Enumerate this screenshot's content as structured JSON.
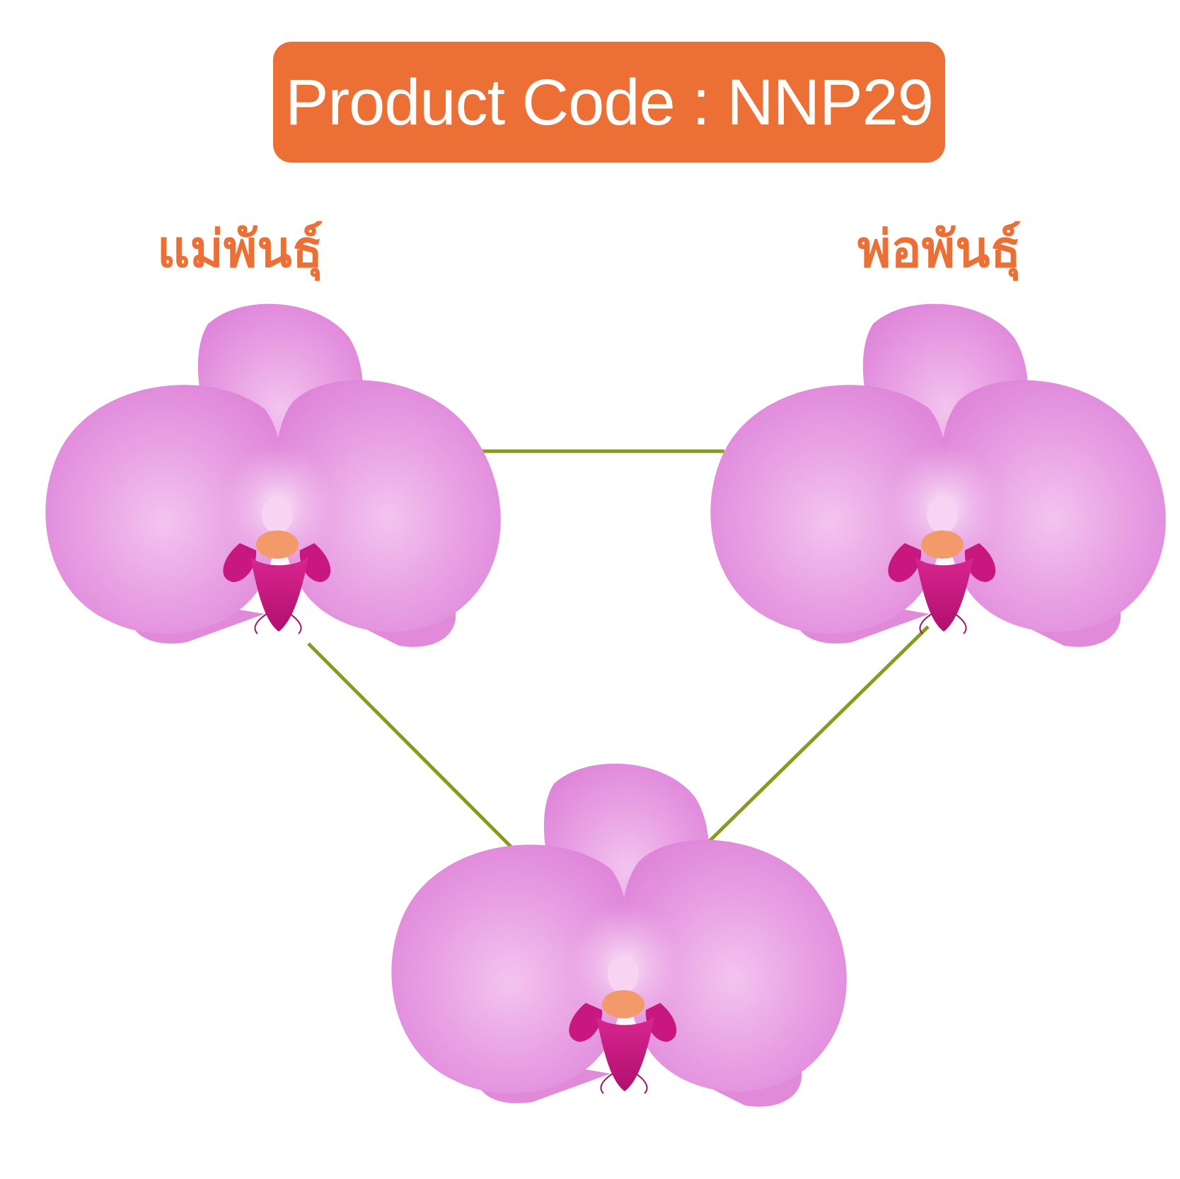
{
  "badge": {
    "product_code_text": "Product Code : NNP29",
    "color": "#ec6f35"
  },
  "parents": {
    "mother_label": "แม่พันธุ์",
    "father_label": "พ่อพันธุ์",
    "label_color": "#ec6f35"
  },
  "connector_color": "#8a9a1d",
  "orchids": [
    {
      "role": "mother",
      "icon": "pink-orchid-flower-icon"
    },
    {
      "role": "father",
      "icon": "pink-orchid-flower-icon"
    },
    {
      "role": "hybrid",
      "icon": "pink-orchid-flower-icon"
    }
  ],
  "flower_colors": {
    "petal": "#e58fe0",
    "petal_light": "#f3c4ef",
    "lip": "#c8177f",
    "column": "#f7d4f1"
  }
}
